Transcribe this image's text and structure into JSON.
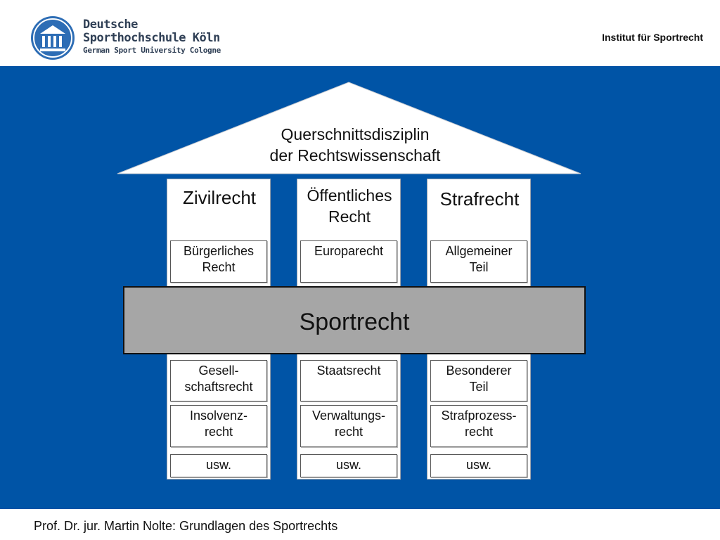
{
  "header": {
    "logo_line1": "Deutsche",
    "logo_line2": "Sporthochschule Köln",
    "logo_line3": "German Sport University Cologne",
    "institute": "Institut für Sportrecht"
  },
  "roof": {
    "line1": "Querschnittsdisziplin",
    "line2": "der Rechtswissenschaft"
  },
  "pillars": [
    {
      "title_lines": [
        "Zivilrecht"
      ],
      "top_box": [
        "Bürgerliches",
        "Recht"
      ],
      "bottom_boxes": [
        [
          "Gesell-",
          "schaftsrecht"
        ],
        [
          "Insolvenz-",
          "recht"
        ],
        [
          "usw."
        ]
      ]
    },
    {
      "title_lines": [
        "Öffentliches",
        "Recht"
      ],
      "top_box": [
        "Europarecht"
      ],
      "bottom_boxes": [
        [
          "Staatsrecht"
        ],
        [
          "Verwaltungs-",
          "recht"
        ],
        [
          "usw."
        ]
      ]
    },
    {
      "title_lines": [
        "Strafrecht"
      ],
      "top_box": [
        "Allgemeiner",
        "Teil"
      ],
      "bottom_boxes": [
        [
          "Besonderer",
          "Teil"
        ],
        [
          "Strafprozess-",
          "recht"
        ],
        [
          "usw."
        ]
      ]
    }
  ],
  "band": {
    "label": "Sportrecht"
  },
  "footer": {
    "text": "Prof. Dr. jur. Martin Nolte: Grundlagen des Sportrechts"
  },
  "colors": {
    "panel": "#0054a6",
    "band": "#a6a6a6",
    "logo": "#2f3f55"
  }
}
